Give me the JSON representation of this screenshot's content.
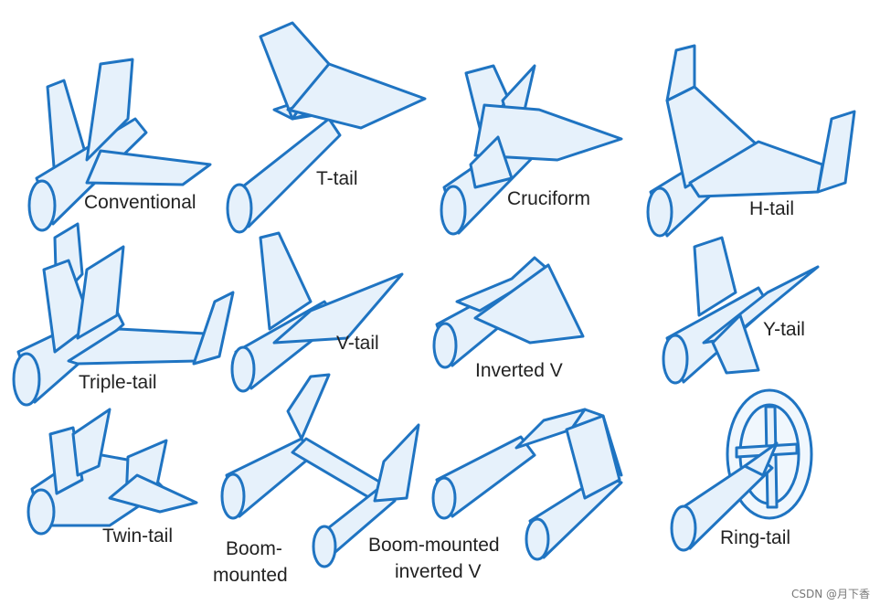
{
  "colors": {
    "stroke": "#1f74c2",
    "fill": "#e6f1fb",
    "text": "#222222"
  },
  "labels": {
    "conventional": "Conventional",
    "t_tail": "T-tail",
    "cruciform": "Cruciform",
    "h_tail": "H-tail",
    "triple_tail": "Triple-tail",
    "v_tail": "V-tail",
    "inverted_v": "Inverted V",
    "y_tail": "Y-tail",
    "twin_tail": "Twin-tail",
    "boom_mounted_1": "Boom-",
    "boom_mounted_2": "mounted",
    "boom_mounted_inverted_v_1": "Boom-mounted",
    "boom_mounted_inverted_v_2": "inverted V",
    "ring_tail": "Ring-tail"
  },
  "watermark": "CSDN @月下香"
}
